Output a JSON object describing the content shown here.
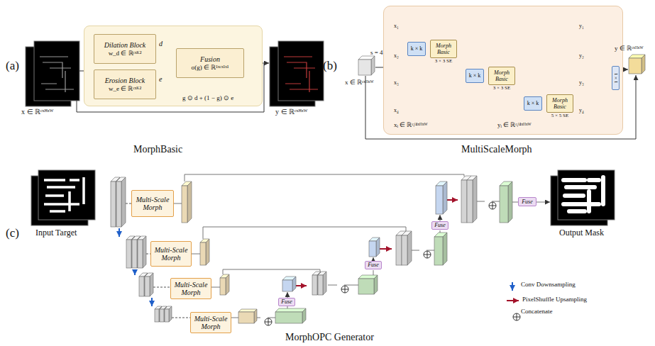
{
  "diagram": {
    "nodes": [
      {
        "text": [
          "g ⊙ d + (1 − g) ⊙ e"
        ]
      },
      {
        "text": [
          "Dilation Block",
          "w_d ∈ ℝᶜˣᴷ²"
        ],
        "in": 0
      },
      {
        "text": [
          "Erosion Block",
          "w_e ∈ ℝᶜˣᴷ²"
        ],
        "in": 0
      },
      {
        "text": [
          "Fusion",
          "σ(g) ∈ ℝ¹ˣᶜˣ¹ˣ¹"
        ],
        "in": 0
      },
      {
        "text": [
          "xᵢ ∈ ℝᶜ/⁴ˣᴴˣᵂ",
          "yᵢ ∈ ℝᶜ/⁴ˣᴴˣᵂ"
        ]
      },
      {
        "text": [
          "k × k"
        ],
        "in": 4
      },
      {
        "text": [
          "Morph Basic",
          "3 × 3 SE"
        ],
        "in": 4
      },
      {
        "text": [
          "k × k"
        ],
        "in": 4
      },
      {
        "text": [
          "Morph Basic",
          "3 × 3 SE"
        ],
        "in": 4
      },
      {
        "text": [
          "k × k"
        ],
        "in": 4
      },
      {
        "text": [
          "Morph Basic",
          "5 × 5 SE"
        ],
        "in": 4
      },
      {
        "text": [
          "1 × 1"
        ],
        "in": 4
      },
      {
        "text": [
          "Multi-Scale Morph"
        ]
      },
      {
        "text": [
          "Multi-Scale Morph"
        ]
      },
      {
        "text": [
          "Multi-Scale Morph"
        ]
      },
      {
        "text": [
          "Multi-Scale Morph"
        ]
      },
      {
        "text": [
          "Fuse"
        ]
      },
      {
        "text": [
          "Fuse"
        ]
      },
      {
        "text": [
          "Fuse"
        ]
      },
      {
        "text": [
          "Fuse"
        ]
      }
    ],
    "edges": [
      {
        "from": 1,
        "to": 3,
        "arrow": "to",
        "label": "d"
      },
      {
        "from": 2,
        "to": 3,
        "arrow": "to",
        "label": "e"
      },
      {
        "from": 5,
        "to": 6,
        "arrow": "none"
      },
      {
        "from": 6,
        "to": 7,
        "arrow": "to"
      },
      {
        "from": 7,
        "to": 8,
        "arrow": "none"
      },
      {
        "from": 8,
        "to": 9,
        "arrow": "to"
      },
      {
        "from": 9,
        "to": 10,
        "arrow": "none"
      }
    ],
    "labels": [
      "(a)",
      "x ∈ ℝᶜˣᴴˣᵂ",
      "y ∈ ℝᶜˣᴴˣᵂ",
      "MorphBasic",
      "(b)",
      "s = 4",
      "x ∈ ℝᶜˣᴴˣᵂ",
      "x₁",
      "x₂",
      "x₃",
      "x₄",
      "y₁",
      "y₂",
      "y₃",
      "y₄",
      "y ∈ ℝᶜˣᴴˣᵂ",
      "MultiScaleMorph",
      "(c)",
      "Input Target",
      "Output Mask",
      "MorphOPC Generator"
    ],
    "legend": [
      {
        "text": "Conv Downsampling"
      },
      {
        "text": "PixelShuffle Upsampling"
      },
      {
        "text": "Concatenate"
      }
    ]
  }
}
